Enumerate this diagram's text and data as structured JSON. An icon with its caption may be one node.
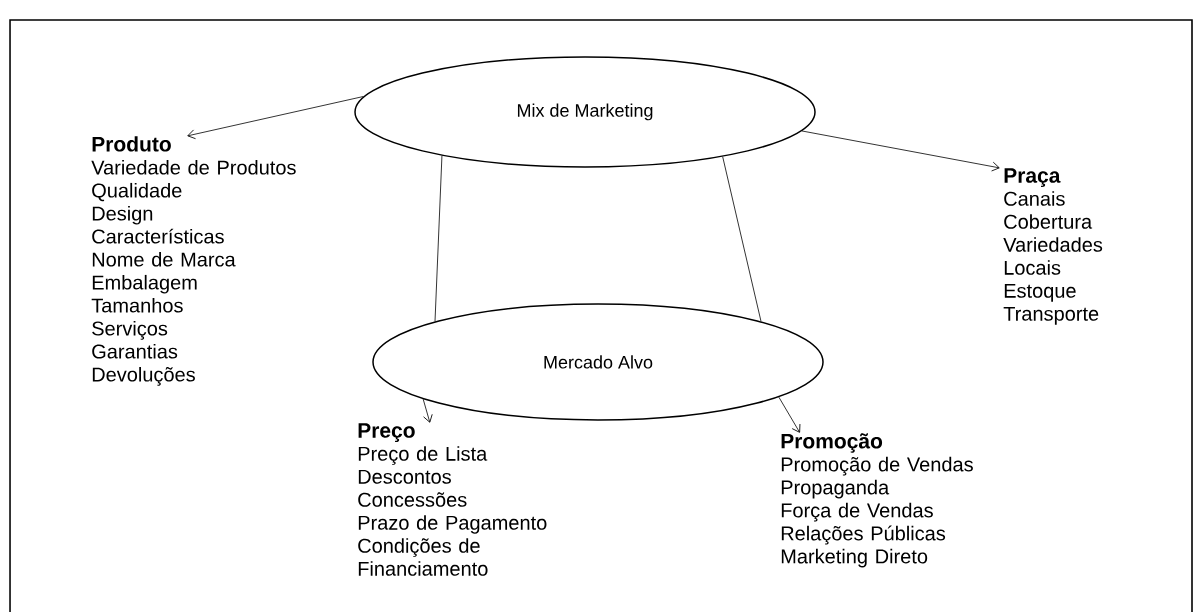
{
  "diagram": {
    "nodes": [
      {
        "text": [
          "Mix de Marketing"
        ]
      },
      {
        "text": [
          "Mercado Alvo"
        ]
      },
      {
        "text": [
          "Produto",
          "Variedade de Produtos",
          "Qualidade",
          "Design",
          "Características",
          "Nome de Marca",
          "Embalagem",
          "Tamanhos",
          "Serviços",
          "Garantias",
          "Devoluções"
        ]
      },
      {
        "text": [
          "Praça",
          "Canais",
          "Cobertura",
          "Variedades",
          "Locais",
          "Estoque",
          "Transporte"
        ]
      },
      {
        "text": [
          "Preço",
          "Preço de Lista",
          "Descontos",
          "Concessões",
          "Prazo de Pagamento",
          "Condições de Financiamento"
        ]
      },
      {
        "text": [
          "Promoção",
          "Promoção de Vendas",
          "Propaganda",
          "Força de Vendas",
          "Relações Públicas",
          "Marketing Direto"
        ]
      }
    ],
    "edges": [
      {
        "from": 0,
        "to": 2,
        "arrow": "to"
      },
      {
        "from": 0,
        "to": 3,
        "arrow": "to"
      },
      {
        "from": 0,
        "to": 1,
        "arrow": "none"
      },
      {
        "from": 0,
        "to": 1,
        "arrow": "none"
      },
      {
        "from": 1,
        "to": 4,
        "arrow": "to"
      },
      {
        "from": 1,
        "to": 5,
        "arrow": "to"
      }
    ]
  }
}
